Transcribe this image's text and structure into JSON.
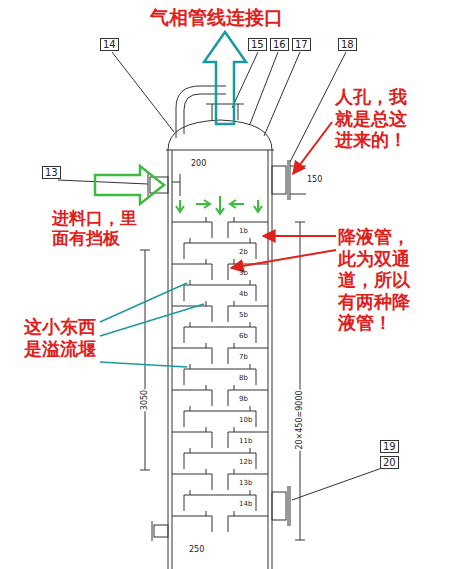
{
  "diagram": {
    "labels": [
      "气相管线连接口",
      "人孔，我就是总这进来的！",
      "进料口，里面有挡板",
      "降液管，此为双通道，所以有两种降液管！",
      "这小东西是溢流堰",
      "14",
      "15",
      "16",
      "17",
      "18",
      "13",
      "19",
      "20",
      "200",
      "3050",
      "20×450=9000",
      "150",
      "250",
      "1b",
      "2b",
      "3b",
      "4b",
      "5b",
      "6b",
      "7b",
      "8b",
      "9b",
      "10b",
      "11b",
      "12b",
      "13b",
      "14b"
    ]
  }
}
